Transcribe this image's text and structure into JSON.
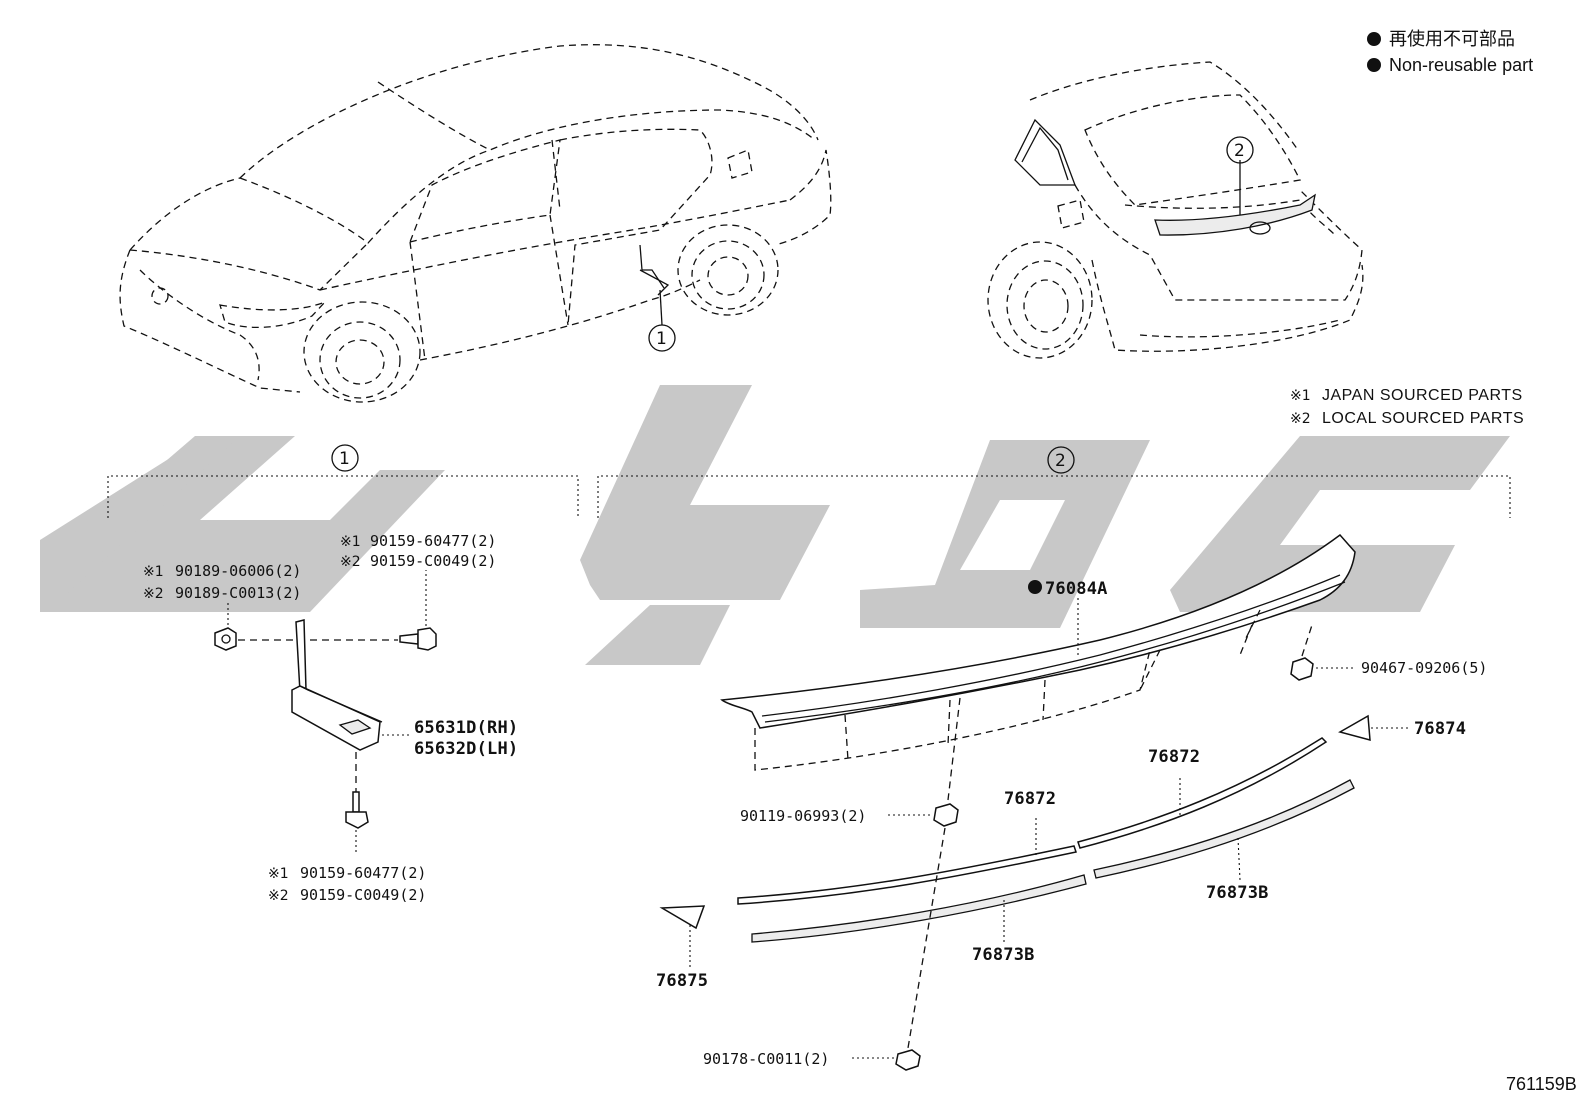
{
  "legend": {
    "ja": "再使用不可部品",
    "en": "Non-reusable part",
    "bullet_color": "#111111"
  },
  "source_notes": [
    {
      "mark": "※1",
      "text": "JAPAN SOURCED PARTS"
    },
    {
      "mark": "※2",
      "text": "LOCAL SOURCED PARTS"
    }
  ],
  "callouts": {
    "one": "1",
    "two": "2"
  },
  "group1": {
    "clip_label": {
      "line1_mark": "※1",
      "line1": "90189-06006(2)",
      "line2_mark": "※2",
      "line2": "90189-C0013(2)"
    },
    "bolt_top": {
      "line1_mark": "※1",
      "line1": "90159-60477(2)",
      "line2_mark": "※2",
      "line2": "90159-C0049(2)"
    },
    "bracket": {
      "line1": "65631D(RH)",
      "line2": "65632D(LH)"
    },
    "bolt_bottom": {
      "line1_mark": "※1",
      "line1": "90159-60477(2)",
      "line2_mark": "※2",
      "line2": "90159-C0049(2)"
    }
  },
  "group2": {
    "spoiler": "76084A",
    "clip_right": "90467-09206(5)",
    "cap_right": "76874",
    "tape_upper": "76872",
    "tape_mid": "76872",
    "tape_lower_right": "76873B",
    "tape_lower_left": "76873B",
    "clip_mid": "90119-06993(2)",
    "cap_left": "76875",
    "clip_bottom": "90178-C0011(2)"
  },
  "figure_id": "761159B",
  "watermark_color": "#c8c8c8"
}
